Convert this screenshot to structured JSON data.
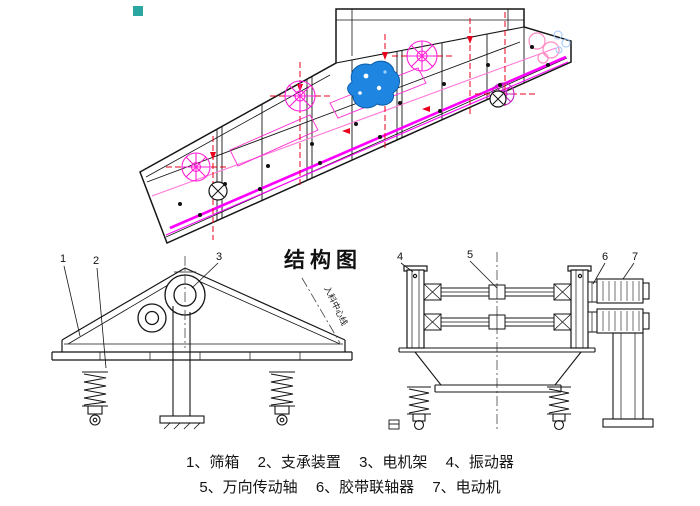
{
  "title": "结构图",
  "colors": {
    "magenta": "#ff00ff",
    "pink": "#ff8ac2",
    "blue": "#1e86e0",
    "red": "#e8001c",
    "line": "#151515"
  },
  "side_view": {
    "callouts": [
      "1",
      "2",
      "3"
    ],
    "feed_label": "入料中心线"
  },
  "end_view": {
    "callouts": [
      "4",
      "5",
      "6",
      "7"
    ]
  },
  "legend": {
    "line1": [
      "1、筛箱",
      "2、支承装置",
      "3、电机架",
      "4、振动器"
    ],
    "line2": [
      "5、万向传动轴",
      "6、胶带联轴器",
      "7、电动机"
    ]
  }
}
